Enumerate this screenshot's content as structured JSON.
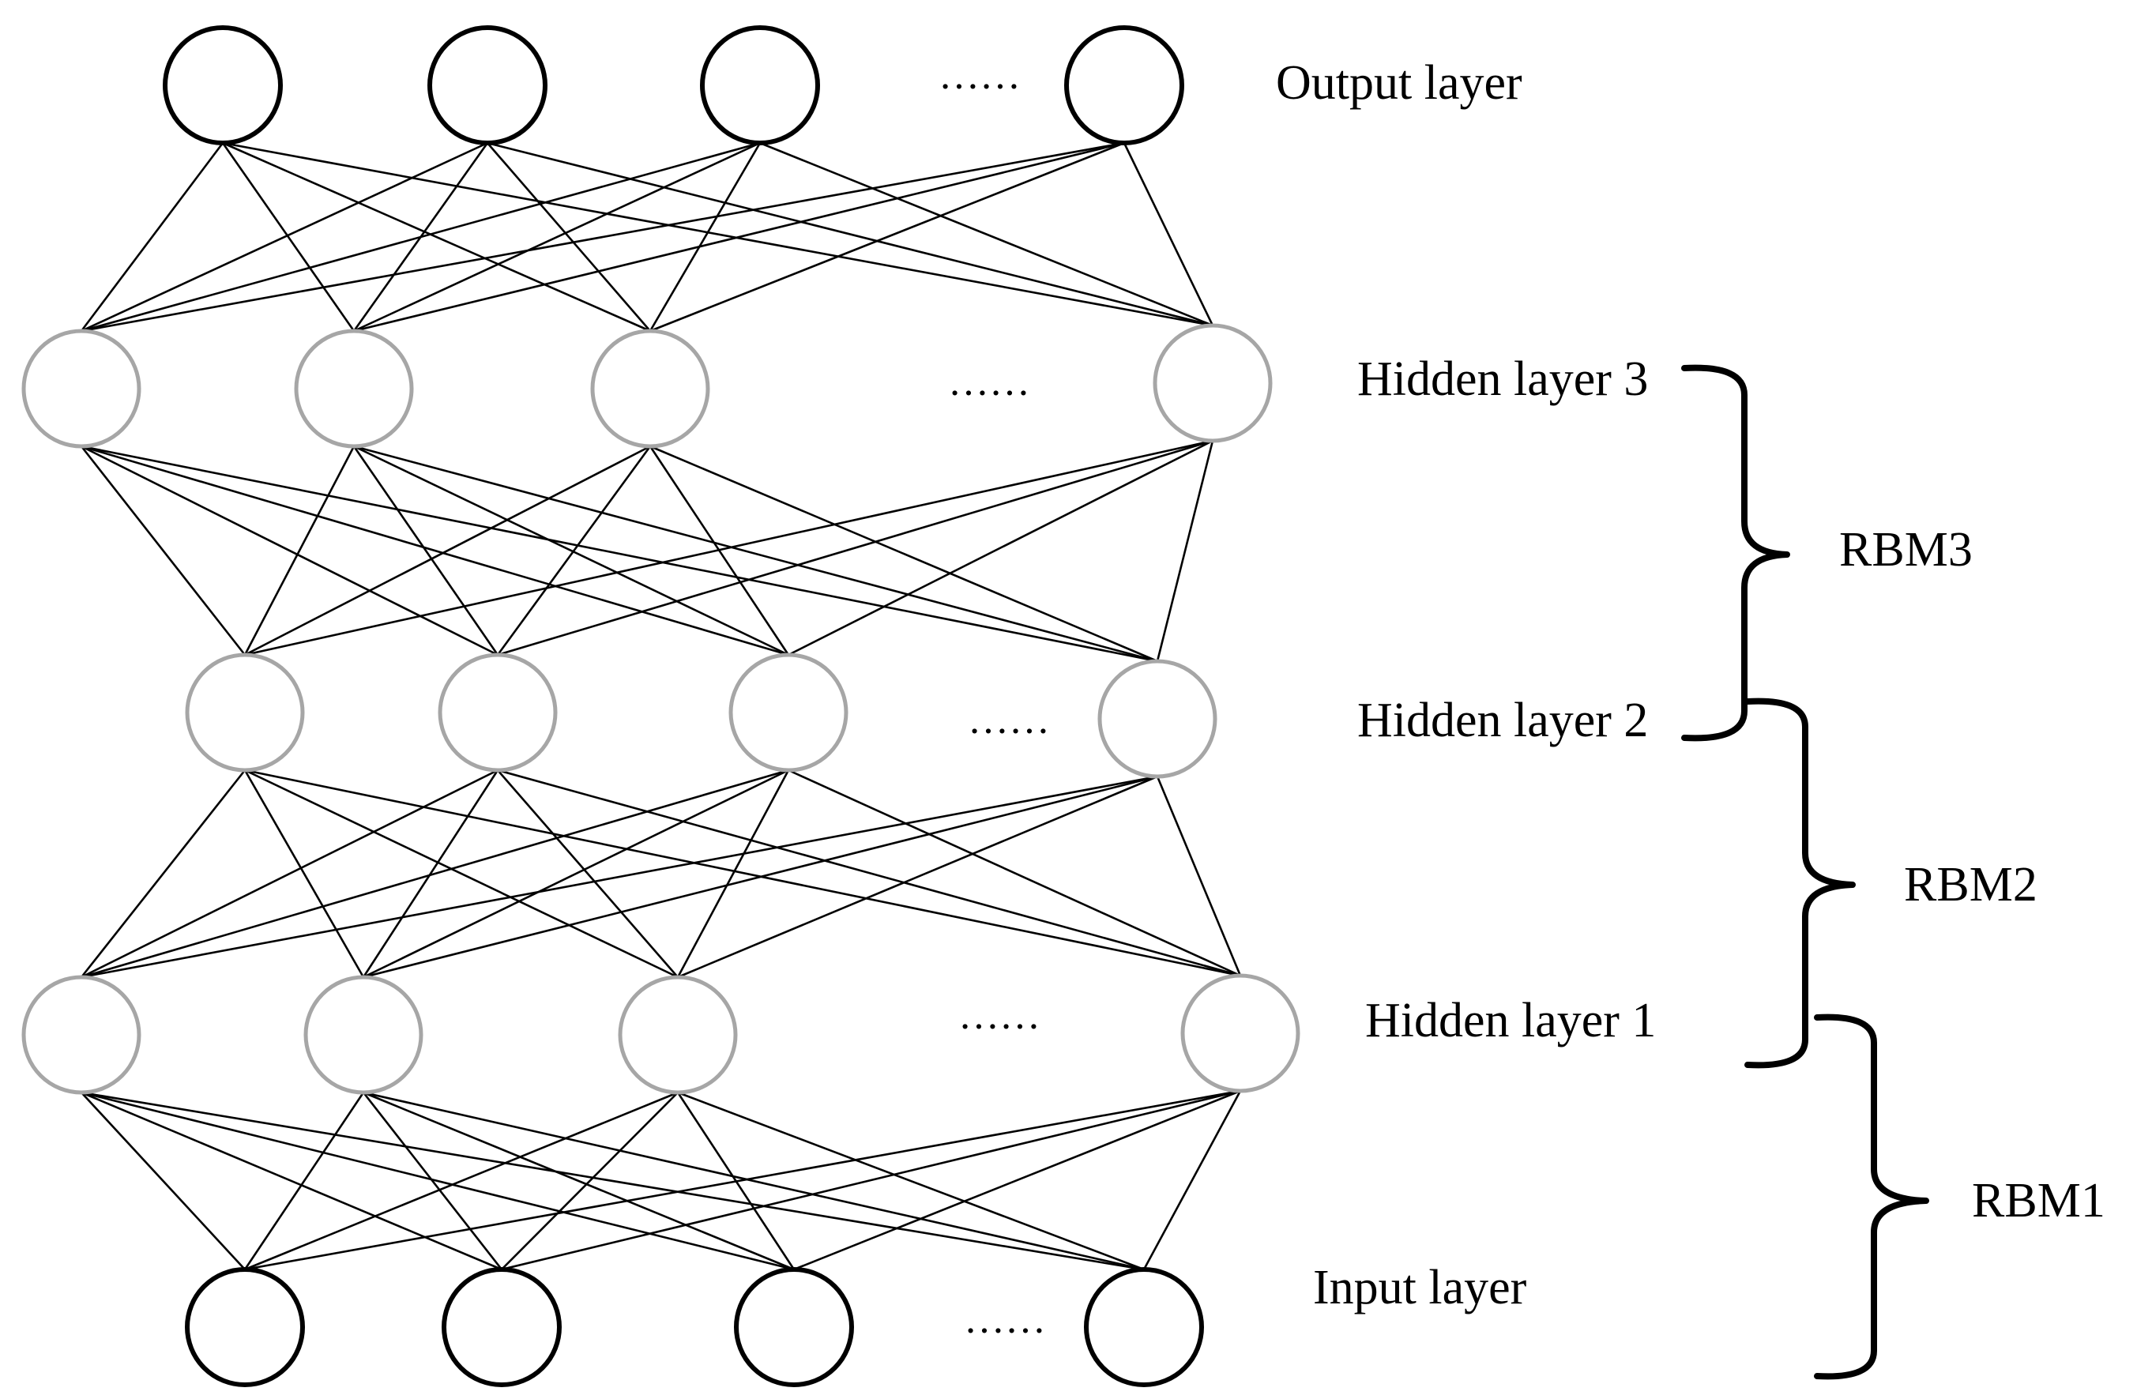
{
  "colors": {
    "background": "#ffffff",
    "visible_node_stroke": "#000000",
    "hidden_node_stroke": "#a6a6a6",
    "edge": "#000000",
    "brace": "#000000",
    "text": "#000000"
  },
  "layers": [
    {
      "key": "output",
      "label": "Output layer",
      "ellipsis": "……",
      "node_style": "visible",
      "nodes": 4
    },
    {
      "key": "hidden3",
      "label": "Hidden layer 3",
      "ellipsis": "……",
      "node_style": "hidden",
      "nodes": 4
    },
    {
      "key": "hidden2",
      "label": "Hidden layer 2",
      "ellipsis": "……",
      "node_style": "hidden",
      "nodes": 4
    },
    {
      "key": "hidden1",
      "label": "Hidden layer 1",
      "ellipsis": "……",
      "node_style": "hidden",
      "nodes": 4
    },
    {
      "key": "input",
      "label": "Input layer",
      "ellipsis": "……",
      "node_style": "visible",
      "nodes": 4
    }
  ],
  "rbms": [
    {
      "label": "RBM3",
      "from_layer": "hidden3",
      "to_layer": "hidden2"
    },
    {
      "label": "RBM2",
      "from_layer": "hidden2",
      "to_layer": "hidden1"
    },
    {
      "label": "RBM1",
      "from_layer": "hidden1",
      "to_layer": "input"
    }
  ]
}
